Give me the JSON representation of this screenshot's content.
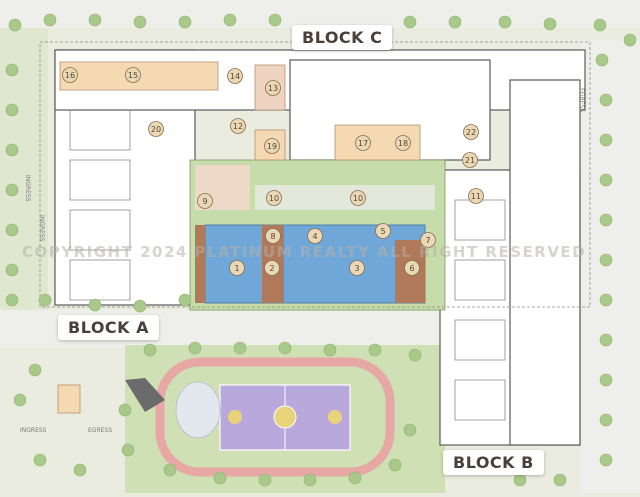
{
  "labels": {
    "block_a": "BLOCK A",
    "block_b": "BLOCK B",
    "block_c": "BLOCK C",
    "copyright": "COPYRIGHT 2024 PLATINUM REALTY ALL RIGHT RESERVED",
    "ingress": "INGRESS",
    "egress": "EGRESS"
  },
  "facilities": [
    "1",
    "2",
    "3",
    "4",
    "5",
    "6",
    "7",
    "8",
    "9",
    "10",
    "11",
    "12",
    "13",
    "14",
    "15",
    "16",
    "17",
    "18",
    "19",
    "20",
    "21",
    "22"
  ],
  "colors": {
    "ground": "#e9ecdf",
    "building": "#ffffff",
    "outline": "#5b5b5b",
    "pool": "#6fa8d8",
    "deck": "#b07a5a",
    "landscape": "#b9d39b",
    "tree": "#a9c98a",
    "court": "#b9a8dc",
    "track": "#e7a8a5",
    "facility_fill": "#f4d9b3",
    "marker": "#e9d8b5"
  }
}
